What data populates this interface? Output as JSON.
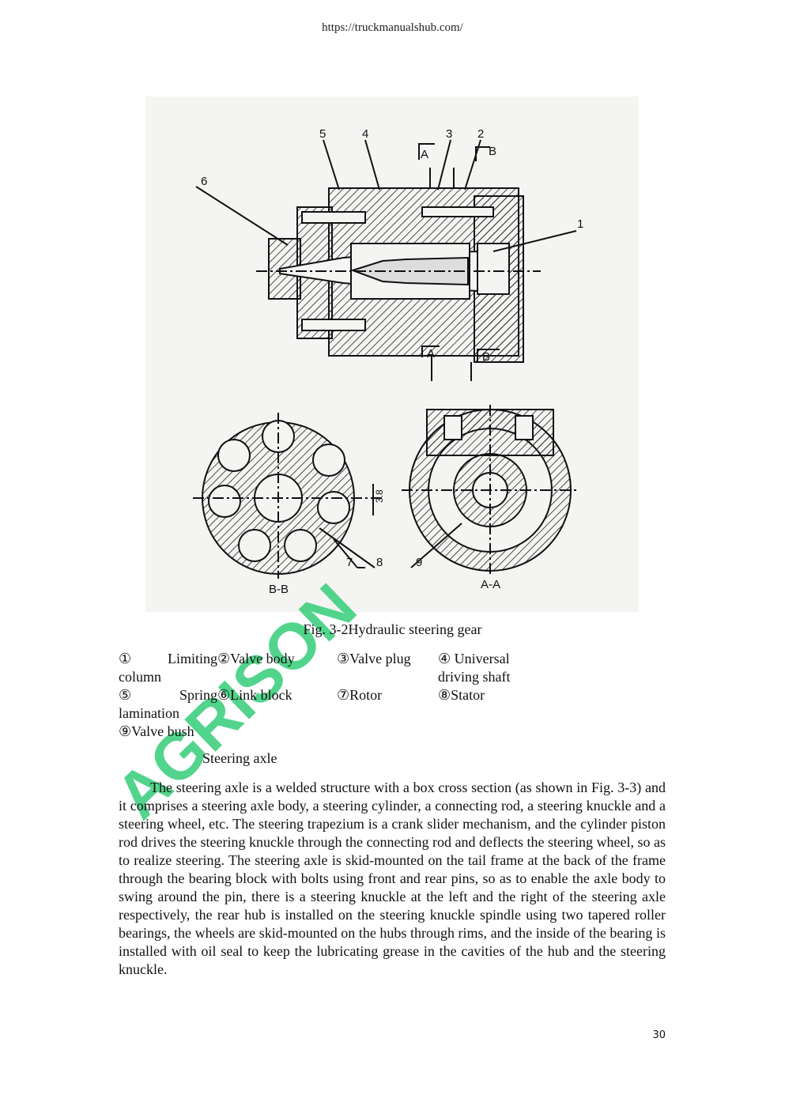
{
  "header": {
    "url": "https://truckmanualshub.com/"
  },
  "figure": {
    "labels": {
      "n1": "1",
      "n2": "2",
      "n3": "3",
      "n4": "4",
      "n5": "5",
      "n6": "6",
      "n7": "7",
      "n8": "8",
      "n9": "9",
      "sec_a_top": "A",
      "sec_b_top": "B",
      "sec_a_bot": "A",
      "sec_b_bot": "B",
      "dim": "3.8",
      "view_bb": "B-B",
      "view_aa": "A-A"
    },
    "caption": "Fig. 3-2Hydraulic steering gear"
  },
  "legend": [
    {
      "num": "①",
      "text": "Limiting column"
    },
    {
      "num": "②",
      "text": "Valve body"
    },
    {
      "num": "③",
      "text": "Valve plug"
    },
    {
      "num": "④",
      "text": "Universal driving shaft"
    },
    {
      "num": "⑤",
      "text": "Spring lamination"
    },
    {
      "num": "⑥",
      "text": "Link block"
    },
    {
      "num": "⑦",
      "text": "Rotor"
    },
    {
      "num": "⑧",
      "text": "Stator"
    },
    {
      "num": "⑨",
      "text": "Valve bush"
    }
  ],
  "section": {
    "heading": "Steering axle",
    "paragraph": "The steering axle is a welded structure with a box cross section (as shown in Fig. 3-3) and it comprises a steering axle body, a steering cylinder, a connecting rod, a steering knuckle and a steering wheel, etc. The steering trapezium is a crank slider mechanism, and the cylinder piston rod drives the steering knuckle through the connecting rod and deflects the steering wheel, so as to realize steering. The steering axle is skid-mounted on the tail frame at the back of the frame through the bearing block with bolts using front and rear pins, so as to enable the axle body to swing around the pin, there is a steering knuckle at the left and the right of the steering axle respectively, the rear hub is installed on the steering knuckle spindle using two tapered roller bearings, the wheels are skid-mounted on the hubs through rims, and the inside of the bearing is installed with oil seal to keep the lubricating grease in the cavities of the hub and the steering knuckle."
  },
  "watermark": {
    "text": "AGRISON",
    "color": "#3fcf7f"
  },
  "footer": {
    "page_number": "30"
  }
}
